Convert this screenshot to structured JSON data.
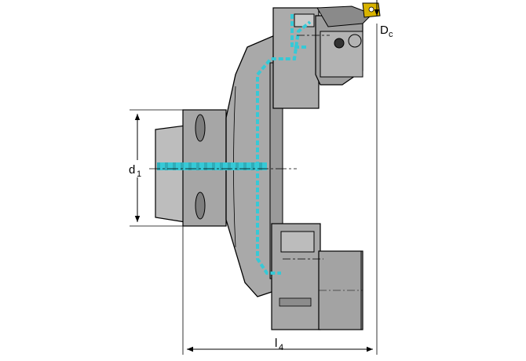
{
  "labels": {
    "dc_main": "D",
    "dc_sub": "c",
    "d1_main": "d",
    "d1_sub": "1",
    "l4_main": "l",
    "l4_sub": "4"
  },
  "colors": {
    "body": "#a9a9a9",
    "body_dark": "#8f8f8f",
    "body_light": "#c4c4c4",
    "outline": "#000000",
    "coolant": "#36c9d6",
    "insert": "#d9b400",
    "dimension_line": "#000000"
  }
}
